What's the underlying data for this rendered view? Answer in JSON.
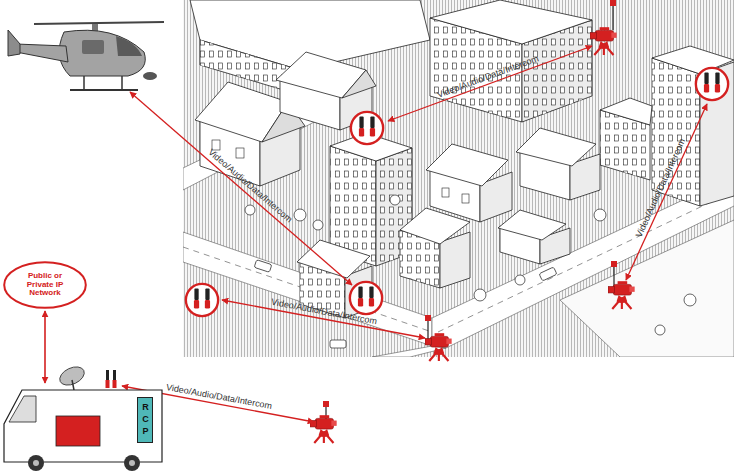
{
  "diagram": {
    "nodes": [
      {
        "text": [
          "Public or Private IP Network"
        ]
      },
      {
        "text": [
          "RCP"
        ]
      }
    ],
    "labels": [
      "Video/Audio/Data/Intercom",
      "Video/Audio/Data/Intercom",
      "Video/Audio/Data/Intercom",
      "Video/Audio/Data/Intercom",
      "Video/Audio/Data/Intercom"
    ]
  }
}
